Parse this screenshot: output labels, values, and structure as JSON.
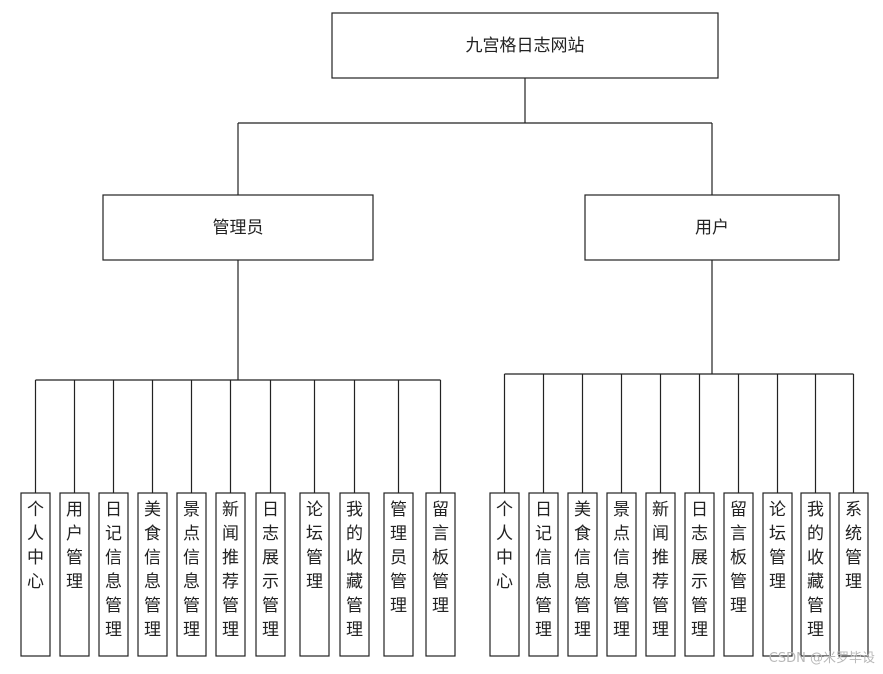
{
  "root": {
    "label": "九宫格日志网站"
  },
  "roles": [
    {
      "label": "管理员",
      "modules": [
        "个人中心",
        "用户管理",
        "日记信息管理",
        "美食信息管理",
        "景点信息管理",
        "新闻推荐管理",
        "日志展示管理",
        "论坛管理",
        "我的收藏管理",
        "管理员管理",
        "留言板管理"
      ]
    },
    {
      "label": "用户",
      "modules": [
        "个人中心",
        "日记信息管理",
        "美食信息管理",
        "景点信息管理",
        "新闻推荐管理",
        "日志展示管理",
        "留言板管理",
        "论坛管理",
        "我的收藏管理",
        "系统管理"
      ]
    }
  ],
  "watermark": "CSDN @米罗毕设",
  "colors": {
    "line": "#222222",
    "fill": "#ffffff",
    "watermark": "#b8b8b8"
  }
}
